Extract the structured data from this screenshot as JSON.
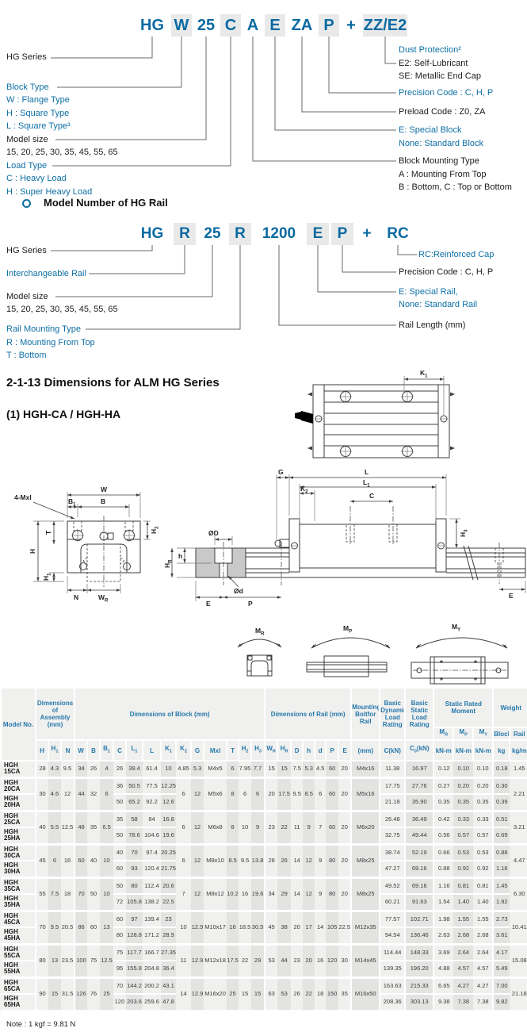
{
  "colors": {
    "accent_blue": "#0e6fa4",
    "code_blue": "#0b6aa1",
    "shaded_block": "#e9e9e9",
    "table_header_blue": "#2679ab"
  },
  "hgw_diagram": {
    "code": [
      {
        "t": "HG"
      },
      {
        "t": "W",
        "s": 1
      },
      {
        "t": "25"
      },
      {
        "t": "C",
        "s": 1
      },
      {
        "t": "A"
      },
      {
        "t": "E",
        "s": 1
      },
      {
        "t": "ZA"
      },
      {
        "t": "P",
        "s": 1
      },
      {
        "t": "+"
      },
      {
        "t": "ZZ/E2",
        "s": 1
      }
    ],
    "left_labels": [
      "HG Series",
      "Block Type",
      "W : Flange Type",
      "H : Square Type",
      "L : Square Type³",
      "Model size",
      "15, 20, 25, 30, 35, 45, 55, 65",
      "Load Type",
      "C : Heavy Load",
      "H : Super Heavy Load"
    ],
    "right_labels": [
      "Dust Protection²",
      "E2: Self-Lubricant",
      "SE: Metallic End Cap",
      "Precision Code : C, H, P",
      "Preload Code : Z0, ZA",
      "E: Special Block",
      "None: Standard Block",
      "Block Mounting Type",
      "A : Mounting From Top",
      "B : Bottom, C : Top or Bottom"
    ]
  },
  "rail_diagram": {
    "heading": "Model Number of HG Rail",
    "code": [
      {
        "t": "HG"
      },
      {
        "t": "R",
        "s": 1
      },
      {
        "t": "25"
      },
      {
        "t": "R",
        "s": 1
      },
      {
        "t": "1200"
      },
      {
        "t": "E",
        "s": 1
      },
      {
        "t": "P",
        "s": 1
      },
      {
        "t": "+"
      },
      {
        "t": "RC"
      }
    ],
    "left_labels": [
      "HG Series",
      "Interchangeable Rail",
      "Model size",
      "15, 20, 25, 30, 35, 45, 55, 65",
      "Rail Mounting Type",
      "R : Mounting From Top",
      "T : Bottom"
    ],
    "right_labels": [
      "RC:Reinforced Cap",
      "Precision Code : C, H, P",
      "E: Special Rail,",
      "None: Standard Rail",
      "Rail Length (mm)"
    ]
  },
  "headings": {
    "section_title": "2-1-13 Dimensions for ALM HG Series",
    "subsection": "(1) HGH-CA / HGH-HA",
    "note": "Note : 1 kgf = 9.81 N"
  },
  "drawings": {
    "top": {
      "k1": "K_1"
    },
    "front": {
      "mxl": "4-Mxl",
      "w": "W",
      "b1": "B_1",
      "b": "B",
      "t": "T",
      "h": "H",
      "h1": "H_1",
      "h2": "H_2",
      "n": "N",
      "wr": "W_R"
    },
    "side": {
      "g": "G",
      "l": "L",
      "k2": "K_2",
      "l1": "L_1",
      "c": "C",
      "h3": "H_3",
      "od": "ØD",
      "h": "h",
      "hr": "H_R",
      "ods": "Ød",
      "e1": "E",
      "p": "P",
      "e2": "E"
    },
    "moments": {
      "mr": "M_R",
      "mp": "M_P",
      "my": "M_Y"
    }
  },
  "table": {
    "header": [
      [
        {
          "t": "Model No.",
          "rs": 3
        },
        {
          "t": "Dimensions of Assembly (mm)",
          "cs": 3,
          "rs": 2
        },
        {
          "t": "Dimensions of Block (mm)",
          "cs": 13,
          "rs": 2
        },
        {
          "t": "Dimensions of Rail (mm)",
          "cs": 7,
          "rs": 2
        },
        {
          "t": "Mounting Boltfor Rail",
          "rs": 2
        },
        {
          "t": "Basic Dynamic Load Rating",
          "rs": 2
        },
        {
          "t": "Basic Static Load Rating",
          "rs": 2
        },
        {
          "t": "Static Rated Moment",
          "cs": 3
        },
        {
          "t": "Weight",
          "cs": 2
        }
      ],
      [
        {
          "t": "M_R"
        },
        {
          "t": "M_P"
        },
        {
          "t": "M_Y"
        },
        {
          "t": "Block"
        },
        {
          "t": "Rail"
        }
      ],
      [
        {
          "t": "H"
        },
        {
          "t": "H_1"
        },
        {
          "t": "N"
        },
        {
          "t": "W"
        },
        {
          "t": "B"
        },
        {
          "t": "B_1"
        },
        {
          "t": "C"
        },
        {
          "t": "L_1"
        },
        {
          "t": "L"
        },
        {
          "t": "K_1"
        },
        {
          "t": "K_2"
        },
        {
          "t": "G"
        },
        {
          "t": "Mxl"
        },
        {
          "t": "T"
        },
        {
          "t": "H_2"
        },
        {
          "t": "H_3"
        },
        {
          "t": "W_R"
        },
        {
          "t": "H_R"
        },
        {
          "t": "D"
        },
        {
          "t": "h"
        },
        {
          "t": "d"
        },
        {
          "t": "P"
        },
        {
          "t": "E"
        },
        {
          "t": "(mm)"
        },
        {
          "t": "C(kN)"
        },
        {
          "t": "C_0(kN)"
        },
        {
          "t": "kN-m"
        },
        {
          "t": "kN-m"
        },
        {
          "t": "kN-m"
        },
        {
          "t": "kg"
        },
        {
          "t": "kg/m"
        }
      ]
    ],
    "rows": [
      {
        "end": 1,
        "cells": [
          "HGH 15CA",
          "28",
          "4.3",
          "9.5",
          "34",
          "26",
          "4",
          "26",
          "39.4",
          "61.4",
          "10",
          "4.85",
          "5.3",
          "M4x5",
          "6",
          "7.95",
          "7.7",
          "15",
          "15",
          "7.5",
          "5.3",
          "4.5",
          "60",
          "20",
          "M4x16",
          "11.38",
          "16.97",
          "0.12",
          "0.10",
          "0.10",
          "0.18",
          "1.45"
        ]
      },
      {
        "cells": [
          "HGH 20CA",
          {
            "t": "30",
            "rs": 2
          },
          {
            "t": "4.6",
            "rs": 2
          },
          {
            "t": "12",
            "rs": 2
          },
          {
            "t": "44",
            "rs": 2
          },
          {
            "t": "32",
            "rs": 2
          },
          {
            "t": "6",
            "rs": 2
          },
          "36",
          "50.5",
          "77.5",
          "12.25",
          {
            "t": "6",
            "rs": 2
          },
          {
            "t": "12",
            "rs": 2
          },
          {
            "t": "M5x6",
            "rs": 2
          },
          {
            "t": "8",
            "rs": 2
          },
          {
            "t": "6",
            "rs": 2
          },
          {
            "t": "6",
            "rs": 2
          },
          {
            "t": "20",
            "rs": 2
          },
          {
            "t": "17.5",
            "rs": 2
          },
          {
            "t": "9.5",
            "rs": 2
          },
          {
            "t": "8.5",
            "rs": 2
          },
          {
            "t": "6",
            "rs": 2
          },
          {
            "t": "60",
            "rs": 2
          },
          {
            "t": "20",
            "rs": 2
          },
          {
            "t": "M5x16",
            "rs": 2
          },
          "17.75",
          "27.76",
          "0.27",
          "0.20",
          "0.20",
          "0.30",
          {
            "t": "2.21",
            "rs": 2
          }
        ]
      },
      {
        "end": 1,
        "cells": [
          "HGH 20HA",
          "50",
          "65.2",
          "92.2",
          "12.6",
          "21.18",
          "35.90",
          "0.35",
          "0.35",
          "0.35",
          "0.39"
        ]
      },
      {
        "cells": [
          "HGH 25CA",
          {
            "t": "40",
            "rs": 2
          },
          {
            "t": "5.5",
            "rs": 2
          },
          {
            "t": "12.5",
            "rs": 2
          },
          {
            "t": "48",
            "rs": 2
          },
          {
            "t": "35",
            "rs": 2
          },
          {
            "t": "6.5",
            "rs": 2
          },
          "35",
          "58",
          "84",
          "16.8",
          {
            "t": "6",
            "rs": 2
          },
          {
            "t": "12",
            "rs": 2
          },
          {
            "t": "M6x8",
            "rs": 2
          },
          {
            "t": "8",
            "rs": 2
          },
          {
            "t": "10",
            "rs": 2
          },
          {
            "t": "9",
            "rs": 2
          },
          {
            "t": "23",
            "rs": 2
          },
          {
            "t": "22",
            "rs": 2
          },
          {
            "t": "11",
            "rs": 2
          },
          {
            "t": "9",
            "rs": 2
          },
          {
            "t": "7",
            "rs": 2
          },
          {
            "t": "60",
            "rs": 2
          },
          {
            "t": "20",
            "rs": 2
          },
          {
            "t": "M6x20",
            "rs": 2
          },
          "26.48",
          "36.49",
          "0.42",
          "0.33",
          "0.33",
          "0.51",
          {
            "t": "3.21",
            "rs": 2
          }
        ]
      },
      {
        "end": 1,
        "cells": [
          "HGH 25HA",
          "50",
          "78.6",
          "104.6",
          "19.6",
          "32.75",
          "49.44",
          "0.56",
          "0.57",
          "0.57",
          "0.69"
        ]
      },
      {
        "cells": [
          "HGH 30CA",
          {
            "t": "45",
            "rs": 2
          },
          {
            "t": "6",
            "rs": 2
          },
          {
            "t": "16",
            "rs": 2
          },
          {
            "t": "60",
            "rs": 2
          },
          {
            "t": "40",
            "rs": 2
          },
          {
            "t": "10",
            "rs": 2
          },
          "40",
          "70",
          "97.4",
          "20.25",
          {
            "t": "6",
            "rs": 2
          },
          {
            "t": "12",
            "rs": 2
          },
          {
            "t": "M8x10",
            "rs": 2
          },
          {
            "t": "8.5",
            "rs": 2
          },
          {
            "t": "9.5",
            "rs": 2
          },
          {
            "t": "13.8",
            "rs": 2
          },
          {
            "t": "28",
            "rs": 2
          },
          {
            "t": "26",
            "rs": 2
          },
          {
            "t": "14",
            "rs": 2
          },
          {
            "t": "12",
            "rs": 2
          },
          {
            "t": "9",
            "rs": 2
          },
          {
            "t": "80",
            "rs": 2
          },
          {
            "t": "20",
            "rs": 2
          },
          {
            "t": "M8x25",
            "rs": 2
          },
          "38.74",
          "52.19",
          "0.66",
          "0.53",
          "0.53",
          "0.88",
          {
            "t": "4.47",
            "rs": 2
          }
        ]
      },
      {
        "end": 1,
        "cells": [
          "HGH 30HA",
          "60",
          "93",
          "120.4",
          "21.75",
          "47.27",
          "69.16",
          "0.88",
          "0.92",
          "0.92",
          "1.16"
        ]
      },
      {
        "cells": [
          "HGH 35CA",
          {
            "t": "55",
            "rs": 2
          },
          {
            "t": "7.5",
            "rs": 2
          },
          {
            "t": "18",
            "rs": 2
          },
          {
            "t": "70",
            "rs": 2
          },
          {
            "t": "50",
            "rs": 2
          },
          {
            "t": "10",
            "rs": 2
          },
          "50",
          "80",
          "112.4",
          "20.6",
          {
            "t": "7",
            "rs": 2
          },
          {
            "t": "12",
            "rs": 2
          },
          {
            "t": "M8x12",
            "rs": 2
          },
          {
            "t": "10.2",
            "rs": 2
          },
          {
            "t": "16",
            "rs": 2
          },
          {
            "t": "19.6",
            "rs": 2
          },
          {
            "t": "34",
            "rs": 2
          },
          {
            "t": "29",
            "rs": 2
          },
          {
            "t": "14",
            "rs": 2
          },
          {
            "t": "12",
            "rs": 2
          },
          {
            "t": "9",
            "rs": 2
          },
          {
            "t": "80",
            "rs": 2
          },
          {
            "t": "20",
            "rs": 2
          },
          {
            "t": "M8x25",
            "rs": 2
          },
          "49.52",
          "69.16",
          "1.16",
          "0.81",
          "0.81",
          "1.45",
          {
            "t": "6.30",
            "rs": 2
          }
        ]
      },
      {
        "end": 1,
        "cells": [
          "HGH 35HA",
          "72",
          "105.8",
          "138.2",
          "22.5",
          "60.21",
          "91.63",
          "1.54",
          "1.40",
          "1.40",
          "1.92"
        ]
      },
      {
        "cells": [
          "HGH 45CA",
          {
            "t": "70",
            "rs": 2
          },
          {
            "t": "9.5",
            "rs": 2
          },
          {
            "t": "20.5",
            "rs": 2
          },
          {
            "t": "86",
            "rs": 2
          },
          {
            "t": "60",
            "rs": 2
          },
          {
            "t": "13",
            "rs": 2
          },
          "60",
          "97",
          "139.4",
          "23",
          {
            "t": "10",
            "rs": 2
          },
          {
            "t": "12.9",
            "rs": 2
          },
          {
            "t": "M10x17",
            "rs": 2
          },
          {
            "t": "16",
            "rs": 2
          },
          {
            "t": "18.5",
            "rs": 2
          },
          {
            "t": "30.5",
            "rs": 2
          },
          {
            "t": "45",
            "rs": 2
          },
          {
            "t": "38",
            "rs": 2
          },
          {
            "t": "20",
            "rs": 2
          },
          {
            "t": "17",
            "rs": 2
          },
          {
            "t": "14",
            "rs": 2
          },
          {
            "t": "105",
            "rs": 2
          },
          {
            "t": "22.5",
            "rs": 2
          },
          {
            "t": "M12x35",
            "rs": 2
          },
          "77.57",
          "102.71",
          "1.98",
          "1.55",
          "1.55",
          "2.73",
          {
            "t": "10.41",
            "rs": 2
          }
        ]
      },
      {
        "end": 1,
        "cells": [
          "HGH 45HA",
          "80",
          "128.8",
          "171.2",
          "28.9",
          "94.54",
          "136.46",
          "2.63",
          "2.68",
          "2.68",
          "3.61"
        ]
      },
      {
        "cells": [
          "HGH 55CA",
          {
            "t": "80",
            "rs": 2
          },
          {
            "t": "13",
            "rs": 2
          },
          {
            "t": "23.5",
            "rs": 2
          },
          {
            "t": "100",
            "rs": 2
          },
          {
            "t": "75",
            "rs": 2
          },
          {
            "t": "12.5",
            "rs": 2
          },
          "75",
          "117.7",
          "166.7",
          "27.35",
          {
            "t": "11",
            "rs": 2
          },
          {
            "t": "12.9",
            "rs": 2
          },
          {
            "t": "M12x18",
            "rs": 2
          },
          {
            "t": "17.5",
            "rs": 2
          },
          {
            "t": "22",
            "rs": 2
          },
          {
            "t": "29",
            "rs": 2
          },
          {
            "t": "53",
            "rs": 2
          },
          {
            "t": "44",
            "rs": 2
          },
          {
            "t": "23",
            "rs": 2
          },
          {
            "t": "20",
            "rs": 2
          },
          {
            "t": "16",
            "rs": 2
          },
          {
            "t": "120",
            "rs": 2
          },
          {
            "t": "30",
            "rs": 2
          },
          {
            "t": "M14x45",
            "rs": 2
          },
          "114.44",
          "148.33",
          "3.69",
          "2.64",
          "2.64",
          "4.17",
          {
            "t": "15.08",
            "rs": 2
          }
        ]
      },
      {
        "end": 1,
        "cells": [
          "HGH 55HA",
          "95",
          "155.8",
          "204.8",
          "36.4",
          "139.35",
          "196.20",
          "4.88",
          "4.57",
          "4.57",
          "5.49"
        ]
      },
      {
        "cells": [
          "HGH 65CA",
          {
            "t": "90",
            "rs": 2
          },
          {
            "t": "15",
            "rs": 2
          },
          {
            "t": "31.5",
            "rs": 2
          },
          {
            "t": "126",
            "rs": 2
          },
          {
            "t": "76",
            "rs": 2
          },
          {
            "t": "25",
            "rs": 2
          },
          "70",
          "144.2",
          "200.2",
          "43.1",
          {
            "t": "14",
            "rs": 2
          },
          {
            "t": "12.9",
            "rs": 2
          },
          {
            "t": "M16x20",
            "rs": 2
          },
          {
            "t": "25",
            "rs": 2
          },
          {
            "t": "15",
            "rs": 2
          },
          {
            "t": "15",
            "rs": 2
          },
          {
            "t": "63",
            "rs": 2
          },
          {
            "t": "53",
            "rs": 2
          },
          {
            "t": "26",
            "rs": 2
          },
          {
            "t": "22",
            "rs": 2
          },
          {
            "t": "18",
            "rs": 2
          },
          {
            "t": "150",
            "rs": 2
          },
          {
            "t": "35",
            "rs": 2
          },
          {
            "t": "M16x50",
            "rs": 2
          },
          "163.63",
          "215.33",
          "6.65",
          "4.27",
          "4.27",
          "7.00",
          {
            "t": "21.18",
            "rs": 2
          }
        ]
      },
      {
        "end": 1,
        "cells": [
          "HGH 65HA",
          "120",
          "203.6",
          "259.6",
          "47.8",
          "208.36",
          "303.13",
          "9.38",
          "7.38",
          "7.38",
          "9.82"
        ]
      }
    ]
  }
}
